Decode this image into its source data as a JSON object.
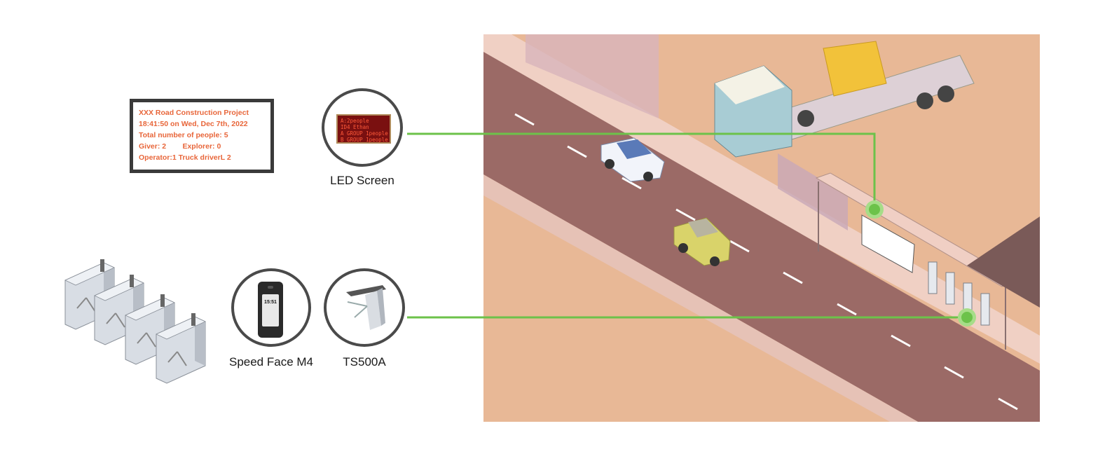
{
  "display_board": {
    "lines": [
      "XXX Road Construction Project",
      "18:41:50 on Wed, Dec 7th, 2022",
      "Total number of people: 5",
      "Giver: 2        Explorer: 0",
      "Operator:1  Truck driverL 2"
    ]
  },
  "led_screen": {
    "caption": "LED Screen",
    "lines": [
      "A:2people",
      "ID4 Ethan",
      "A GROUP 1people",
      "B GROUP 1people"
    ]
  },
  "speed_face": {
    "caption": "Speed Face M4",
    "screen_time": "15:51"
  },
  "turnstile": {
    "caption": "TS500A"
  },
  "colors": {
    "connector": "#6cc24a",
    "board_text": "#e8663a",
    "circle_border": "#4a4a4a",
    "road": "#9b6a66",
    "ground": "#e8b896",
    "sidewalk": "#f0d0c4"
  }
}
